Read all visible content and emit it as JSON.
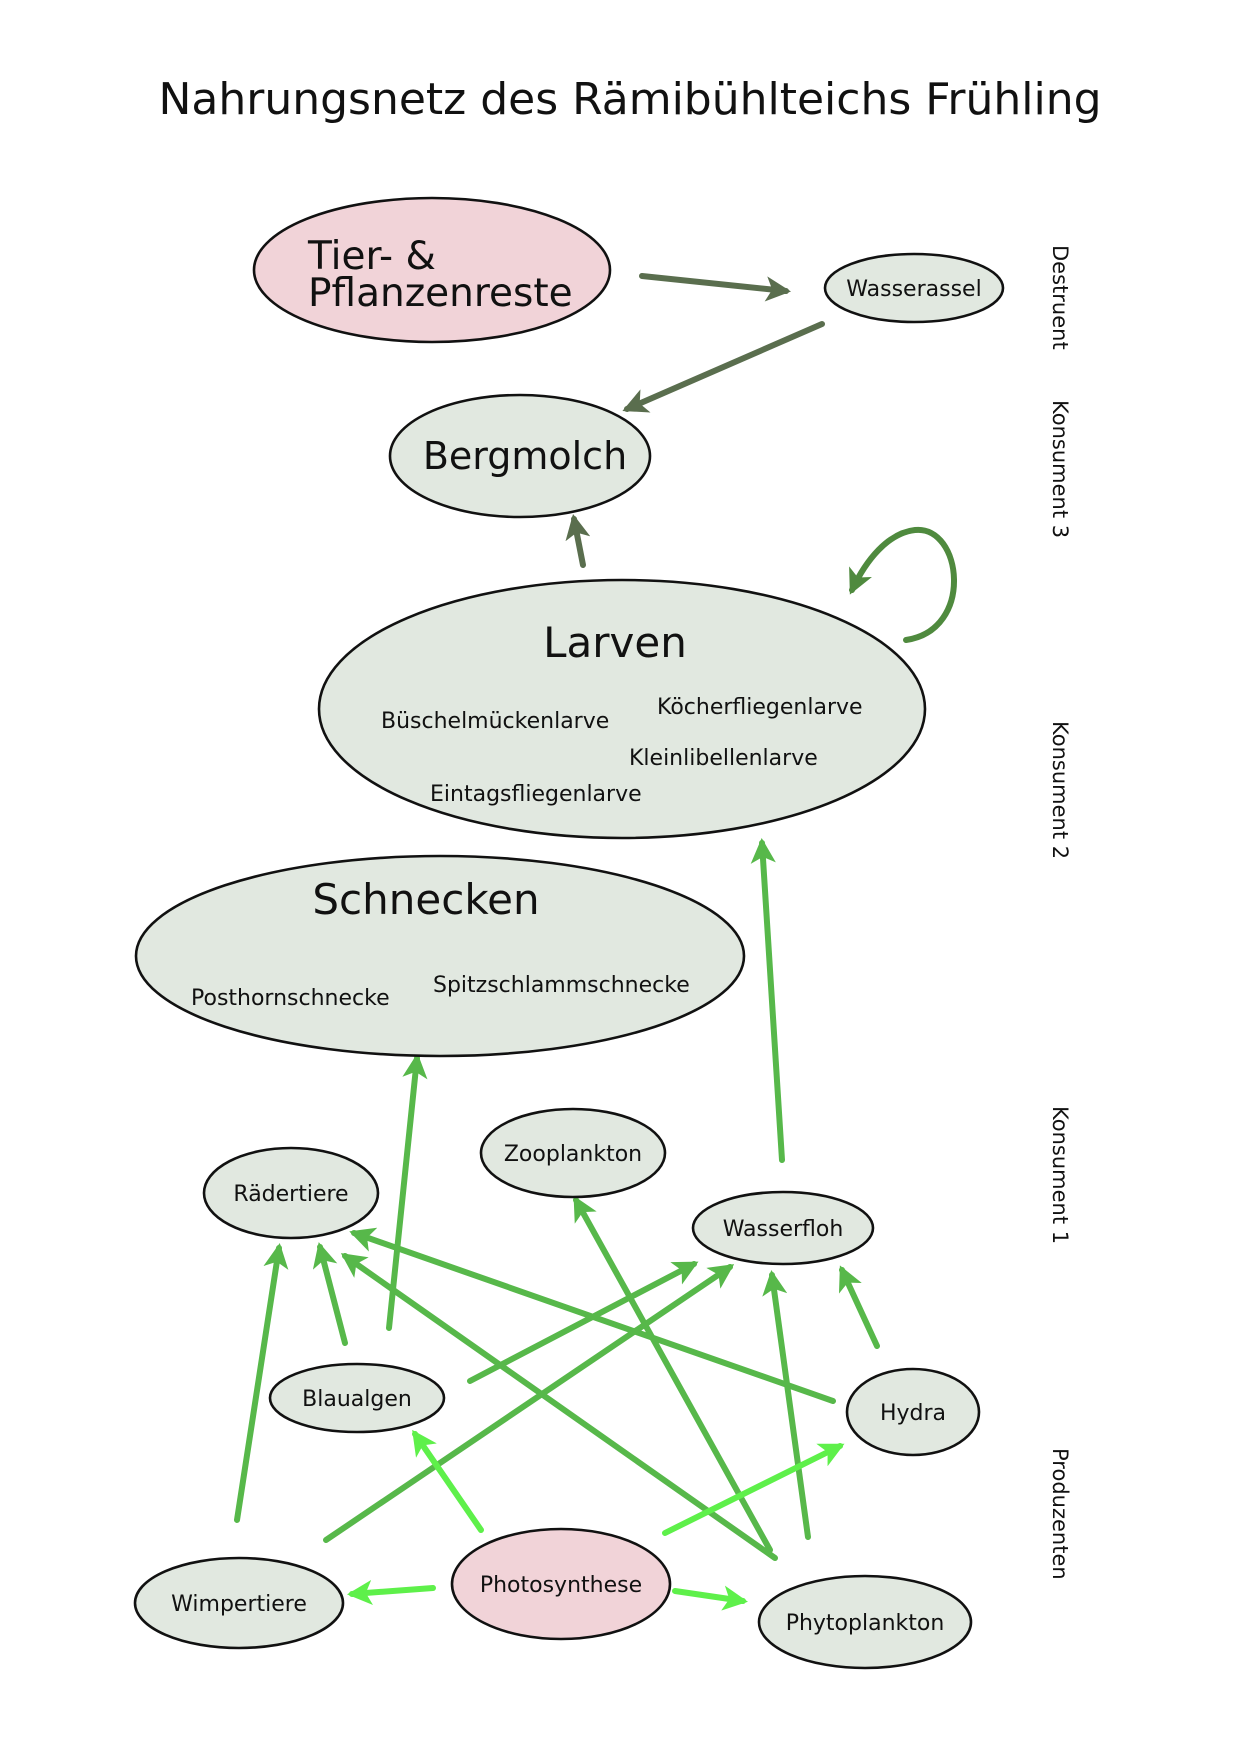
{
  "title": "Nahrungsnetz des Rämibühlteichs Frühling",
  "colors": {
    "node_fill": "#e1e8e0",
    "source_fill": "#f1d3d8",
    "arrow_dark": "#5a6e4e",
    "arrow_mid": "#4f8a3e",
    "arrow_green": "#57b84a",
    "arrow_bright": "#5ef04a"
  },
  "levels": {
    "destruent": "Destruent",
    "konsument3": "Konsument 3",
    "konsument2": "Konsument 2",
    "konsument1": "Konsument 1",
    "produzenten": "Produzenten"
  },
  "nodes": {
    "reste": {
      "line1": "Tier- &",
      "line2": "Pflanzenreste"
    },
    "wasserassel": "Wasserassel",
    "bergmolch": "Bergmolch",
    "larven": {
      "title": "Larven",
      "members": [
        "Büschelmückenlarve",
        "Köcherfliegenlarve",
        "Kleinlibellenlarve",
        "Eintagsfliegenlarve"
      ]
    },
    "schnecken": {
      "title": "Schnecken",
      "members": [
        "Posthornschnecke",
        "Spitzschlammschnecke"
      ]
    },
    "raedertiere": "Rädertiere",
    "zooplankton": "Zooplankton",
    "wasserfloh": "Wasserfloh",
    "blaualgen": "Blaualgen",
    "hydra": "Hydra",
    "wimpertiere": "Wimpertiere",
    "photosynthese": "Photosynthese",
    "phytoplankton": "Phytoplankton"
  }
}
